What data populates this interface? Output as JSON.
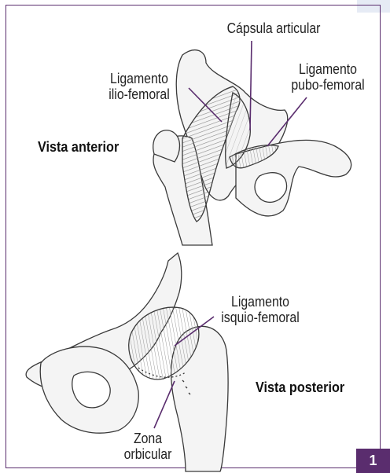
{
  "views": {
    "anterior": {
      "title": "Vista anterior",
      "labels": {
        "capsule": "Cápsula articular",
        "iliofemoral": "Ligamento\nilio-femoral",
        "pubofemoral": "Ligamento\npubo-femoral"
      }
    },
    "posterior": {
      "title": "Vista posterior",
      "labels": {
        "ischiofemoral": "Ligamento\nisquio-femoral",
        "orbicular": "Zona\norbicular"
      }
    }
  },
  "figure_number": "1",
  "colors": {
    "frame": "#5a2d6e",
    "leader_lines": "#5a2d6e",
    "tab": "#e6ebf5"
  }
}
